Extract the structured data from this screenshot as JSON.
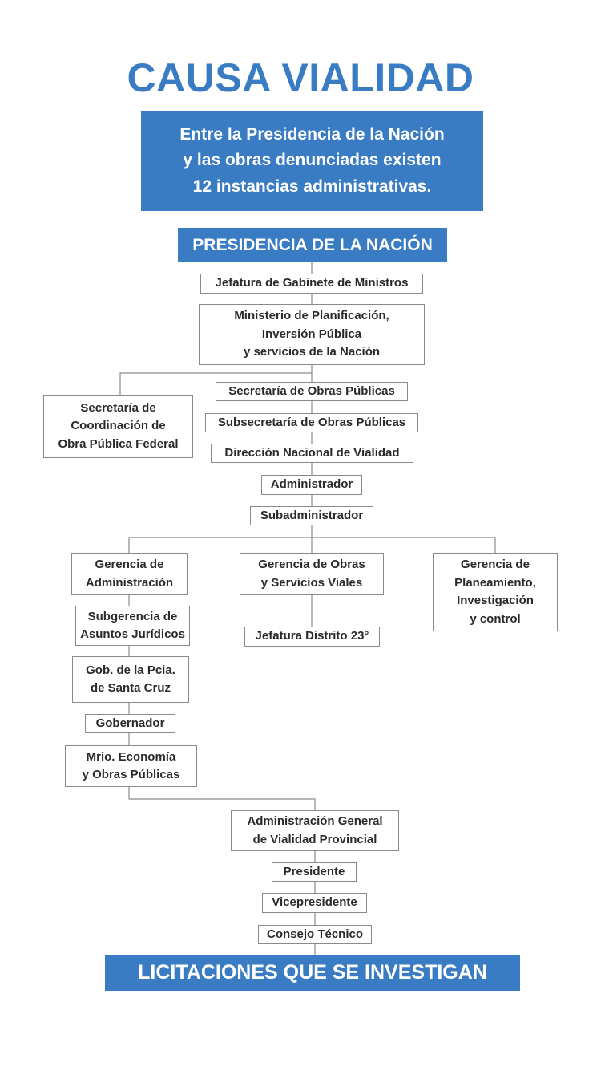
{
  "header": {
    "title": "CAUSA VIALIDAD",
    "subtitle": "Entre la Presidencia de la Nación\ny las obras denunciadas existen\n12 instancias administrativas."
  },
  "top_band": "PRESIDENCIA DE LA NACIÓN",
  "bottom_band": "LICITACIONES QUE SE INVESTIGAN",
  "nodes": {
    "jefatura_gabinete": "Jefatura de Gabinete de Ministros",
    "ministerio_planificacion": "Ministerio de Planificación,\nInversión Pública\ny servicios de la Nación",
    "secretaria_coordinacion": "Secretaría de\nCoordinación de\nObra Pública Federal",
    "secretaria_obras": "Secretaría de Obras Públicas",
    "subsecretaria_obras": "Subsecretaría de Obras Públicas",
    "direccion_vialidad": "Dirección Nacional de Vialidad",
    "administrador": "Administrador",
    "subadministrador": "Subadministrador",
    "gerencia_administracion": "Gerencia de\nAdministración",
    "gerencia_obras": "Gerencia de Obras\ny Servicios Viales",
    "gerencia_planeamiento": "Gerencia de\nPlaneamiento,\nInvestigación\ny control",
    "subgerencia_juridicos": "Subgerencia de\nAsuntos Jurídicos",
    "jefatura_distrito": "Jefatura Distrito 23°",
    "gob_pcia": "Gob. de la Pcia.\nde Santa Cruz",
    "gobernador": "Gobernador",
    "mrio_economia": "Mrio. Economía\ny Obras Públicas",
    "admin_vialidad_provincial": "Administración General\nde Vialidad Provincial",
    "presidente": "Presidente",
    "vicepresidente": "Vicepresidente",
    "consejo_tecnico": "Consejo Técnico"
  },
  "colors": {
    "accent": "#3a7cc4",
    "line": "#8a8a8a"
  }
}
